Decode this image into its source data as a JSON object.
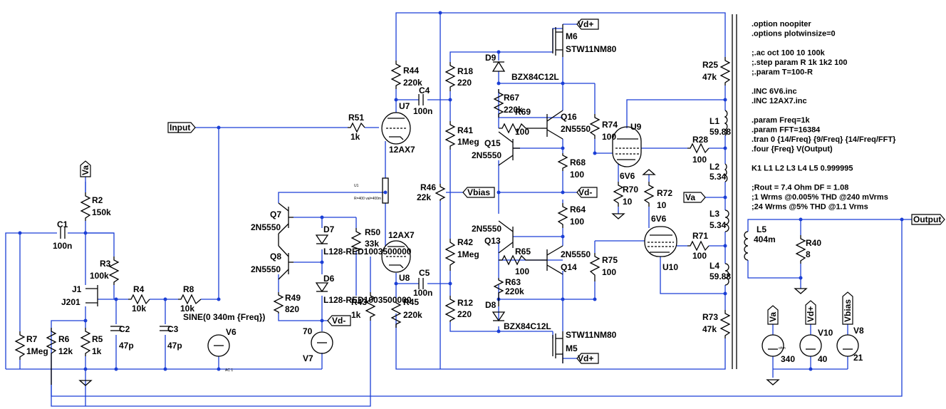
{
  "colors": {
    "wire": "#1b3fd6",
    "component": "#000000",
    "background": "#ffffff"
  },
  "directives": [
    ".option noopiter",
    ".options plotwinsize=0",
    "",
    ";.ac oct 100 10 100k",
    ";.step param R 1k 1k2 100",
    ";.param T=100-R",
    "",
    ".INC 6V6.inc",
    ".INC 12AX7.inc",
    "",
    ".param Freq=1k",
    ".param FFT=16384",
    ".tran 0 {14/Freq} {9/Freq} {14/Freq/FFT}",
    ".four {Freq} V(Output)",
    "",
    "K1 L1 L2 L3 L4 L5 0.999995",
    "",
    ";Rout = 7.4 Ohm DF = 1.08",
    ";1 Wrms @0.005% THD @240 mVrms",
    ";24 Wrms @5% THD @1.1 Vrms"
  ],
  "net_labels": {
    "input": "Input",
    "output": "Output",
    "vbias": "Vbias",
    "vd_minus": "Vd-",
    "vd_minus2": "Vd-",
    "vd_plus_top": "Vd+",
    "vd_plus_bot": "Vd+",
    "va": "Va",
    "va_src": "Va",
    "va_j": "Va",
    "vdplus_src": "Vd+",
    "vbias_src": "Vbias"
  },
  "components": {
    "R44": {
      "name": "R44",
      "value": "220k"
    },
    "C4": {
      "name": "C4",
      "value": "100n"
    },
    "U7": {
      "name": "U7",
      "value": "12AX7"
    },
    "R51": {
      "name": "R51",
      "value": "1k"
    },
    "R18": {
      "name": "R18",
      "value": "220"
    },
    "R41": {
      "name": "R41",
      "value": "1Meg"
    },
    "R46": {
      "name": "R46",
      "value": "22k"
    },
    "R42": {
      "name": "R42",
      "value": "1Meg"
    },
    "R12": {
      "name": "R12",
      "value": "220"
    },
    "U8": {
      "name": "U8",
      "value": "12AX7"
    },
    "C5": {
      "name": "C5",
      "value": "100n"
    },
    "R45": {
      "name": "R45",
      "value": "220k"
    },
    "R43": {
      "name": "R43",
      "value": "1k"
    },
    "R50": {
      "name": "R50",
      "value": "33k"
    },
    "M6": {
      "name": "M6",
      "value": "STW11NM80"
    },
    "M5": {
      "name": "M5",
      "value": "STW11NM80"
    },
    "D9": {
      "name": "D9",
      "value": "BZX84C12L"
    },
    "D8": {
      "name": "D8",
      "value": "BZX84C12L"
    },
    "R67": {
      "name": "R67",
      "value": "220k"
    },
    "R69": {
      "name": "R69",
      "value": "100"
    },
    "Q16": {
      "name": "Q16",
      "value": "2N5550"
    },
    "Q15": {
      "name": "Q15",
      "value": "2N5550"
    },
    "R68": {
      "name": "R68",
      "value": "100"
    },
    "R64": {
      "name": "R64",
      "value": "100"
    },
    "Q13": {
      "name": "Q13",
      "value": "2N5550"
    },
    "R65": {
      "name": "R65",
      "value": "100"
    },
    "Q14": {
      "name": "Q14",
      "value": "2N5550"
    },
    "R63": {
      "name": "R63",
      "value": "220k"
    },
    "R74": {
      "name": "R74",
      "value": "100"
    },
    "U9": {
      "name": "U9",
      "value": "6V6"
    },
    "R70": {
      "name": "R70",
      "value": "10"
    },
    "R72": {
      "name": "R72",
      "value": "10"
    },
    "U10": {
      "name": "U10",
      "value": "6V6"
    },
    "R75": {
      "name": "R75",
      "value": "100"
    },
    "R28": {
      "name": "R28",
      "value": "100"
    },
    "R71": {
      "name": "R71",
      "value": "100"
    },
    "R25": {
      "name": "R25",
      "value": "47k"
    },
    "R73": {
      "name": "R73",
      "value": "47k"
    },
    "L1": {
      "name": "L1",
      "value": "59.88"
    },
    "L2": {
      "name": "L2",
      "value": "5.34"
    },
    "L3": {
      "name": "L3",
      "value": "5.34"
    },
    "L4": {
      "name": "L4",
      "value": "59.88"
    },
    "L5": {
      "name": "L5",
      "value": "404m"
    },
    "R40": {
      "name": "R40",
      "value": "8"
    },
    "V9": {
      "name": "",
      "value": "340"
    },
    "V10": {
      "name": "V10",
      "value": "40"
    },
    "V8": {
      "name": "V8",
      "value": "21"
    },
    "Q7": {
      "name": "Q7",
      "value": "2N5550"
    },
    "Q8": {
      "name": "Q8",
      "value": "2N5550"
    },
    "D7": {
      "name": "D7",
      "value": "L128-RED1003500000"
    },
    "D6": {
      "name": "D6",
      "value": "L128-RED1003500000"
    },
    "R49": {
      "name": "R49",
      "value": "820"
    },
    "V7": {
      "name": "V7",
      "value": "70"
    },
    "C1": {
      "name": "C1",
      "value": "100n"
    },
    "R2": {
      "name": "R2",
      "value": "150k"
    },
    "R3": {
      "name": "R3",
      "value": "100k"
    },
    "J1": {
      "name": "J1",
      "value": "J201"
    },
    "R4": {
      "name": "R4",
      "value": "10k"
    },
    "R8": {
      "name": "R8",
      "value": "10k"
    },
    "C2": {
      "name": "C2",
      "value": "47p"
    },
    "C3": {
      "name": "C3",
      "value": "47p"
    },
    "R7": {
      "name": "R7",
      "value": "1Meg"
    },
    "R6": {
      "name": "R6",
      "value": "12k"
    },
    "R5": {
      "name": "R5",
      "value": "1k"
    },
    "V6": {
      "name": "V6",
      "value": "SINE(0 340m {Freq})"
    },
    "U1": {
      "name": "U1",
      "value": "R=400 val=400m"
    }
  },
  "small_labels": {
    "ac1": "AC 1",
    "ohm": "ohm"
  }
}
